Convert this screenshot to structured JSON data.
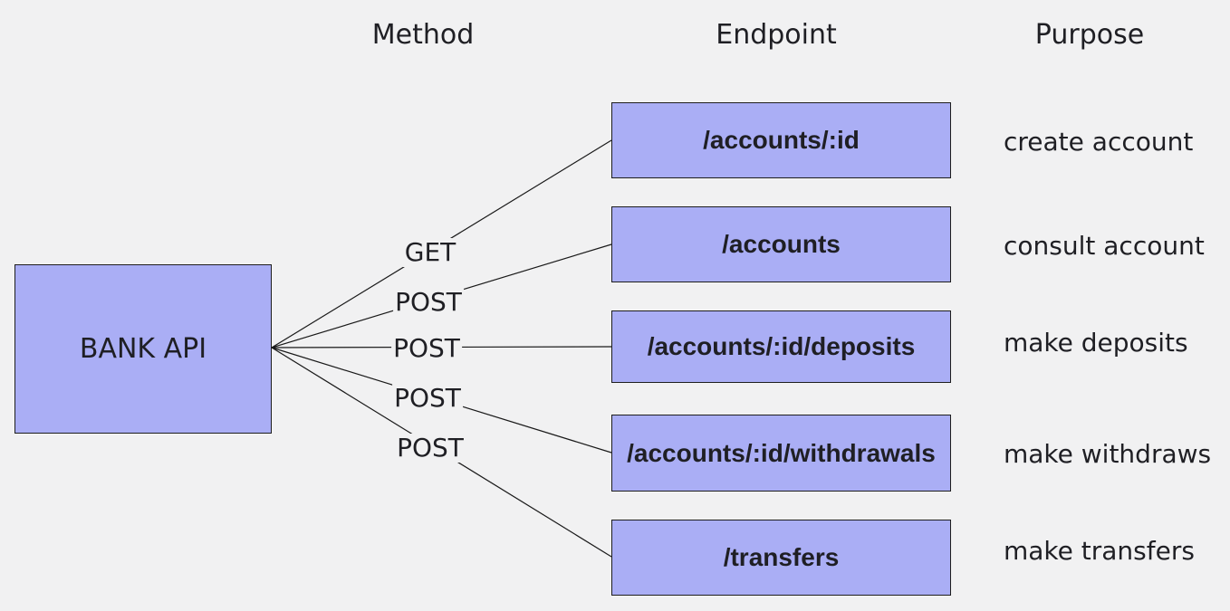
{
  "headers": {
    "method": "Method",
    "endpoint": "Endpoint",
    "purpose": "Purpose"
  },
  "api": {
    "label": "BANK API"
  },
  "methods": [
    {
      "label": "GET"
    },
    {
      "label": "POST"
    },
    {
      "label": "POST"
    },
    {
      "label": "POST"
    },
    {
      "label": "POST"
    }
  ],
  "endpoints": [
    {
      "path": "/accounts/:id"
    },
    {
      "path": "/accounts"
    },
    {
      "path": "/accounts/:id/deposits"
    },
    {
      "path": "/accounts/:id/withdrawals"
    },
    {
      "path": "/transfers"
    }
  ],
  "purposes": [
    {
      "label": "create account"
    },
    {
      "label": "consult account"
    },
    {
      "label": "make deposits"
    },
    {
      "label": "make withdraws"
    },
    {
      "label": "make transfers"
    }
  ],
  "colors": {
    "box_fill": "#aaaef5",
    "background": "#f1f1f2",
    "line": "#1a1a1a"
  }
}
